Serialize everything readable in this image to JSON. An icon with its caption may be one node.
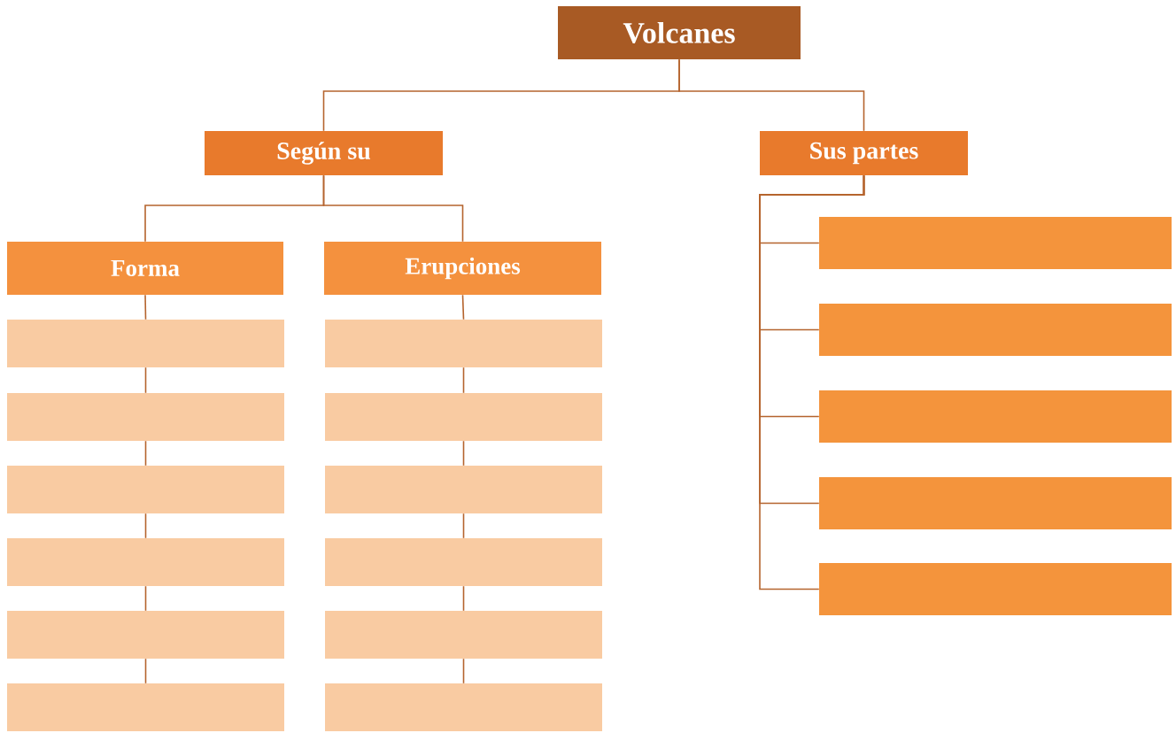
{
  "diagram": {
    "nodes": [
      {
        "text": [
          "Volcanes"
        ]
      },
      {
        "text": [
          "Según su"
        ]
      },
      {
        "text": [
          "Sus partes"
        ]
      },
      {
        "text": [
          "Forma"
        ]
      },
      {
        "text": [
          "Erupciones"
        ]
      },
      {
        "text": [],
        "shape": "box"
      },
      {
        "text": [],
        "shape": "box"
      },
      {
        "text": [],
        "shape": "box"
      },
      {
        "text": [],
        "shape": "box"
      },
      {
        "text": [],
        "shape": "box"
      },
      {
        "text": [],
        "shape": "box"
      },
      {
        "text": [],
        "shape": "box"
      },
      {
        "text": [],
        "shape": "box"
      },
      {
        "text": [],
        "shape": "box"
      },
      {
        "text": [],
        "shape": "box"
      },
      {
        "text": [],
        "shape": "box"
      },
      {
        "text": [],
        "shape": "box"
      },
      {
        "text": [],
        "shape": "box"
      },
      {
        "text": [],
        "shape": "box"
      },
      {
        "text": [],
        "shape": "box"
      },
      {
        "text": [],
        "shape": "box"
      },
      {
        "text": [],
        "shape": "box"
      }
    ],
    "edges": [
      {
        "from": 0,
        "to": 1,
        "arrow": "none"
      },
      {
        "from": 0,
        "to": 2,
        "arrow": "none"
      },
      {
        "from": 1,
        "to": 3,
        "arrow": "none"
      },
      {
        "from": 1,
        "to": 4,
        "arrow": "none"
      },
      {
        "from": 3,
        "to": 5,
        "arrow": "none"
      },
      {
        "from": 5,
        "to": 6,
        "arrow": "none"
      },
      {
        "from": 6,
        "to": 7,
        "arrow": "none"
      },
      {
        "from": 7,
        "to": 8,
        "arrow": "none"
      },
      {
        "from": 8,
        "to": 9,
        "arrow": "none"
      },
      {
        "from": 9,
        "to": 10,
        "arrow": "none"
      },
      {
        "from": 4,
        "to": 11,
        "arrow": "none"
      },
      {
        "from": 11,
        "to": 12,
        "arrow": "none"
      },
      {
        "from": 12,
        "to": 13,
        "arrow": "none"
      },
      {
        "from": 13,
        "to": 14,
        "arrow": "none"
      },
      {
        "from": 14,
        "to": 15,
        "arrow": "none"
      },
      {
        "from": 15,
        "to": 16,
        "arrow": "none"
      },
      {
        "from": 2,
        "to": 17,
        "arrow": "none"
      },
      {
        "from": 2,
        "to": 18,
        "arrow": "none"
      },
      {
        "from": 2,
        "to": 19,
        "arrow": "none"
      },
      {
        "from": 2,
        "to": 20,
        "arrow": "none"
      },
      {
        "from": 2,
        "to": 21,
        "arrow": "none"
      }
    ]
  }
}
